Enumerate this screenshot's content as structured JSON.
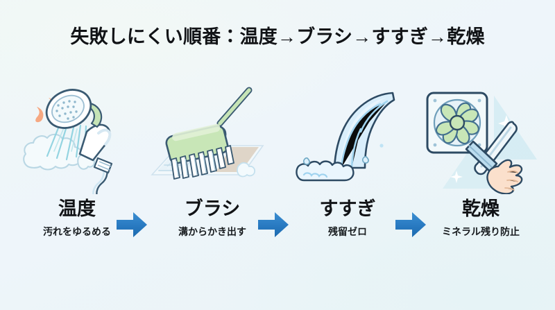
{
  "title": "失敗しにくい順番：温度→ブラシ→すすぎ→乾燥",
  "colors": {
    "background_top": "#f0f7f7",
    "background_bottom": "#e9f4f6",
    "title_text": "#111316",
    "label_text": "#111316",
    "caption_text": "#181c1f",
    "arrow_blue": "#2b7cc4",
    "arrow_blue_dark": "#1b6aae",
    "ink_outline": "#2d4a63",
    "water_light": "#d9eefb",
    "water_mid": "#a9d8f2",
    "accent_green": "#c3e3b4",
    "brush_blue": "#7aa8cf",
    "steam_orange": "#f4a07a",
    "tile_beige": "#d9cdbd",
    "skin": "#fbe0cc"
  },
  "steps": [
    {
      "index": 1,
      "label": "温度",
      "caption": "汚れをゆるめる",
      "icon": "shower-head-with-steam-icon"
    },
    {
      "index": 2,
      "label": "ブラシ",
      "caption": "溝からかき出す",
      "icon": "scrub-brush-on-tile-icon"
    },
    {
      "index": 3,
      "label": "すすぎ",
      "caption": "残留ゼロ",
      "icon": "water-stream-splash-icon"
    },
    {
      "index": 4,
      "label": "乾燥",
      "caption": "ミネラル残り防止",
      "icon": "ventilation-fan-and-squeegee-icon"
    }
  ],
  "arrows": [
    {
      "index": 1,
      "icon": "arrow-right-icon"
    },
    {
      "index": 2,
      "icon": "arrow-right-icon"
    },
    {
      "index": 3,
      "icon": "arrow-right-icon"
    }
  ]
}
